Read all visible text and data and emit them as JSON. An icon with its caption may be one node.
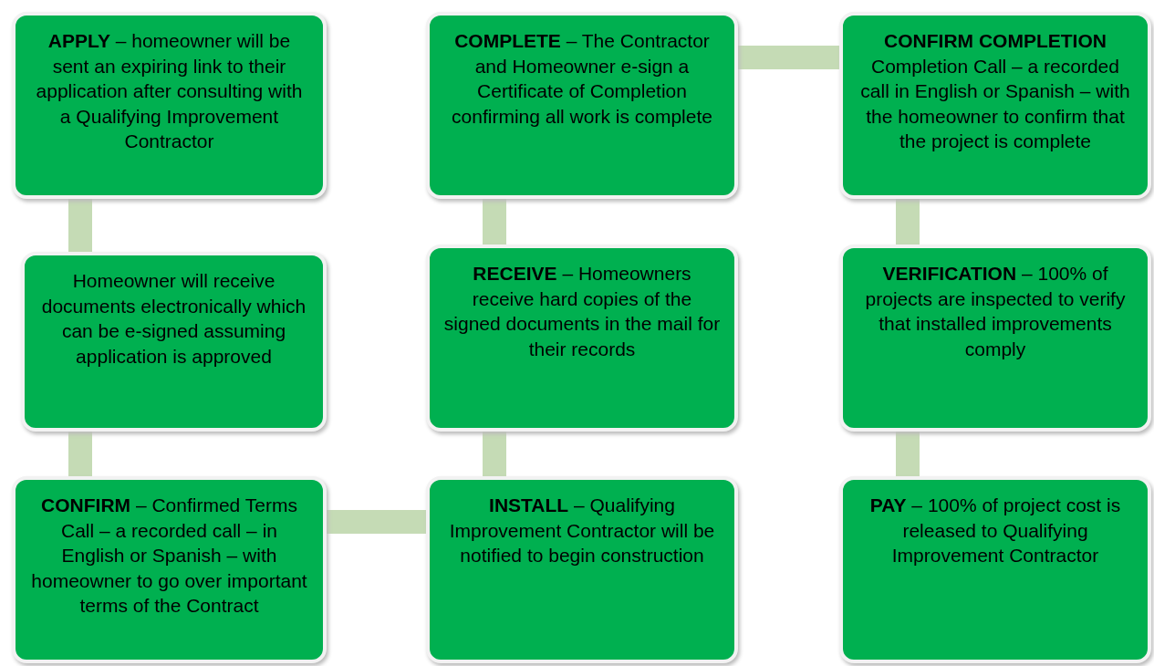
{
  "diagram": {
    "nodes": [
      {
        "text": [
          "**APPLY** – homeowner will be sent an expiring link to their application after consulting with a Qualifying Improvement Contractor"
        ]
      },
      {
        "text": [
          "**COMPLETE** – The Contractor and Homeowner e-sign a Certificate of Completion confirming all work is complete"
        ]
      },
      {
        "text": [
          "**CONFIRM COMPLETION**",
          "Completion Call – a recorded call in English or Spanish – with the homeowner to confirm that the project is complete"
        ]
      },
      {
        "text": [
          "Homeowner will receive documents electronically which can be e-signed assuming application is approved"
        ]
      },
      {
        "text": [
          "**RECEIVE** – Homeowners receive hard copies of the signed documents in the mail for their records"
        ]
      },
      {
        "text": [
          "**VERIFICATION** – 100% of projects are inspected to verify that installed improvements comply"
        ]
      },
      {
        "text": [
          "**CONFIRM** – Confirmed Terms Call – a recorded call – in English or Spanish – with homeowner to go over important terms of the Contract"
        ]
      },
      {
        "text": [
          "**INSTALL** – Qualifying Improvement Contractor will be notified to begin construction"
        ]
      },
      {
        "text": [
          "**PAY** – 100% of project cost is released to Qualifying Improvement Contractor"
        ]
      }
    ],
    "edges": [
      {
        "from": 0,
        "to": 3,
        "arrow": "none"
      },
      {
        "from": 3,
        "to": 6,
        "arrow": "none"
      },
      {
        "from": 6,
        "to": 7,
        "arrow": "none"
      },
      {
        "from": 7,
        "to": 4,
        "arrow": "none"
      },
      {
        "from": 4,
        "to": 1,
        "arrow": "none"
      },
      {
        "from": 1,
        "to": 2,
        "arrow": "none"
      },
      {
        "from": 2,
        "to": 5,
        "arrow": "none"
      },
      {
        "from": 5,
        "to": 8,
        "arrow": "none"
      }
    ]
  }
}
